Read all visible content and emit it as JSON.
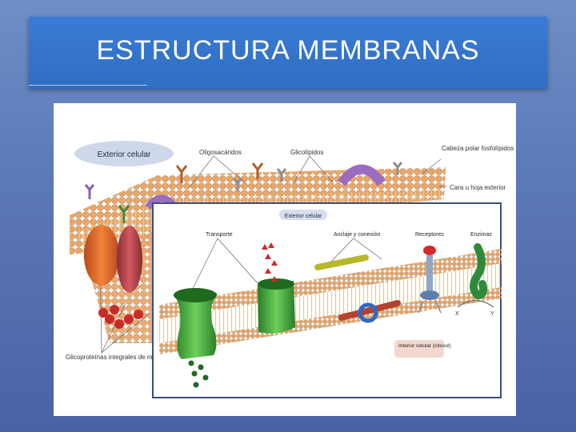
{
  "slide": {
    "title": "ESTRUCTURA MEMBRANAS"
  },
  "figure": {
    "labels": {
      "exterior": "Exterior celular",
      "oligosacaridos": "Oligosacáridos",
      "glicolipidos": "Glicolípidos",
      "cabeza_polar": "Cabeza polar fosfolípidos",
      "cara_exterior": "Cara u hoja exterior",
      "glicoproteinas": "Glicoproteínas integrales de membrana"
    },
    "inset": {
      "exterior": "Exterior celular",
      "transporte": "Transporte",
      "anclaje": "Anclaje y conexión",
      "receptores": "Receptores",
      "enzimas": "Enzimas",
      "interior": "Interior celular (citosol)",
      "enzyme_substrate": "X",
      "enzyme_product": "Y"
    }
  },
  "colors": {
    "background": "#5c79b8",
    "title_band": "#3a7bd5",
    "lipid_head": "#e8a76a",
    "protein_orange": "#e0672a",
    "protein_red": "#b8424a",
    "protein_green": "#3fa63a",
    "protein_blue": "#2f68c8",
    "glycolipid_purple": "#9a6cc0",
    "inset_border": "#3b4f7a"
  }
}
